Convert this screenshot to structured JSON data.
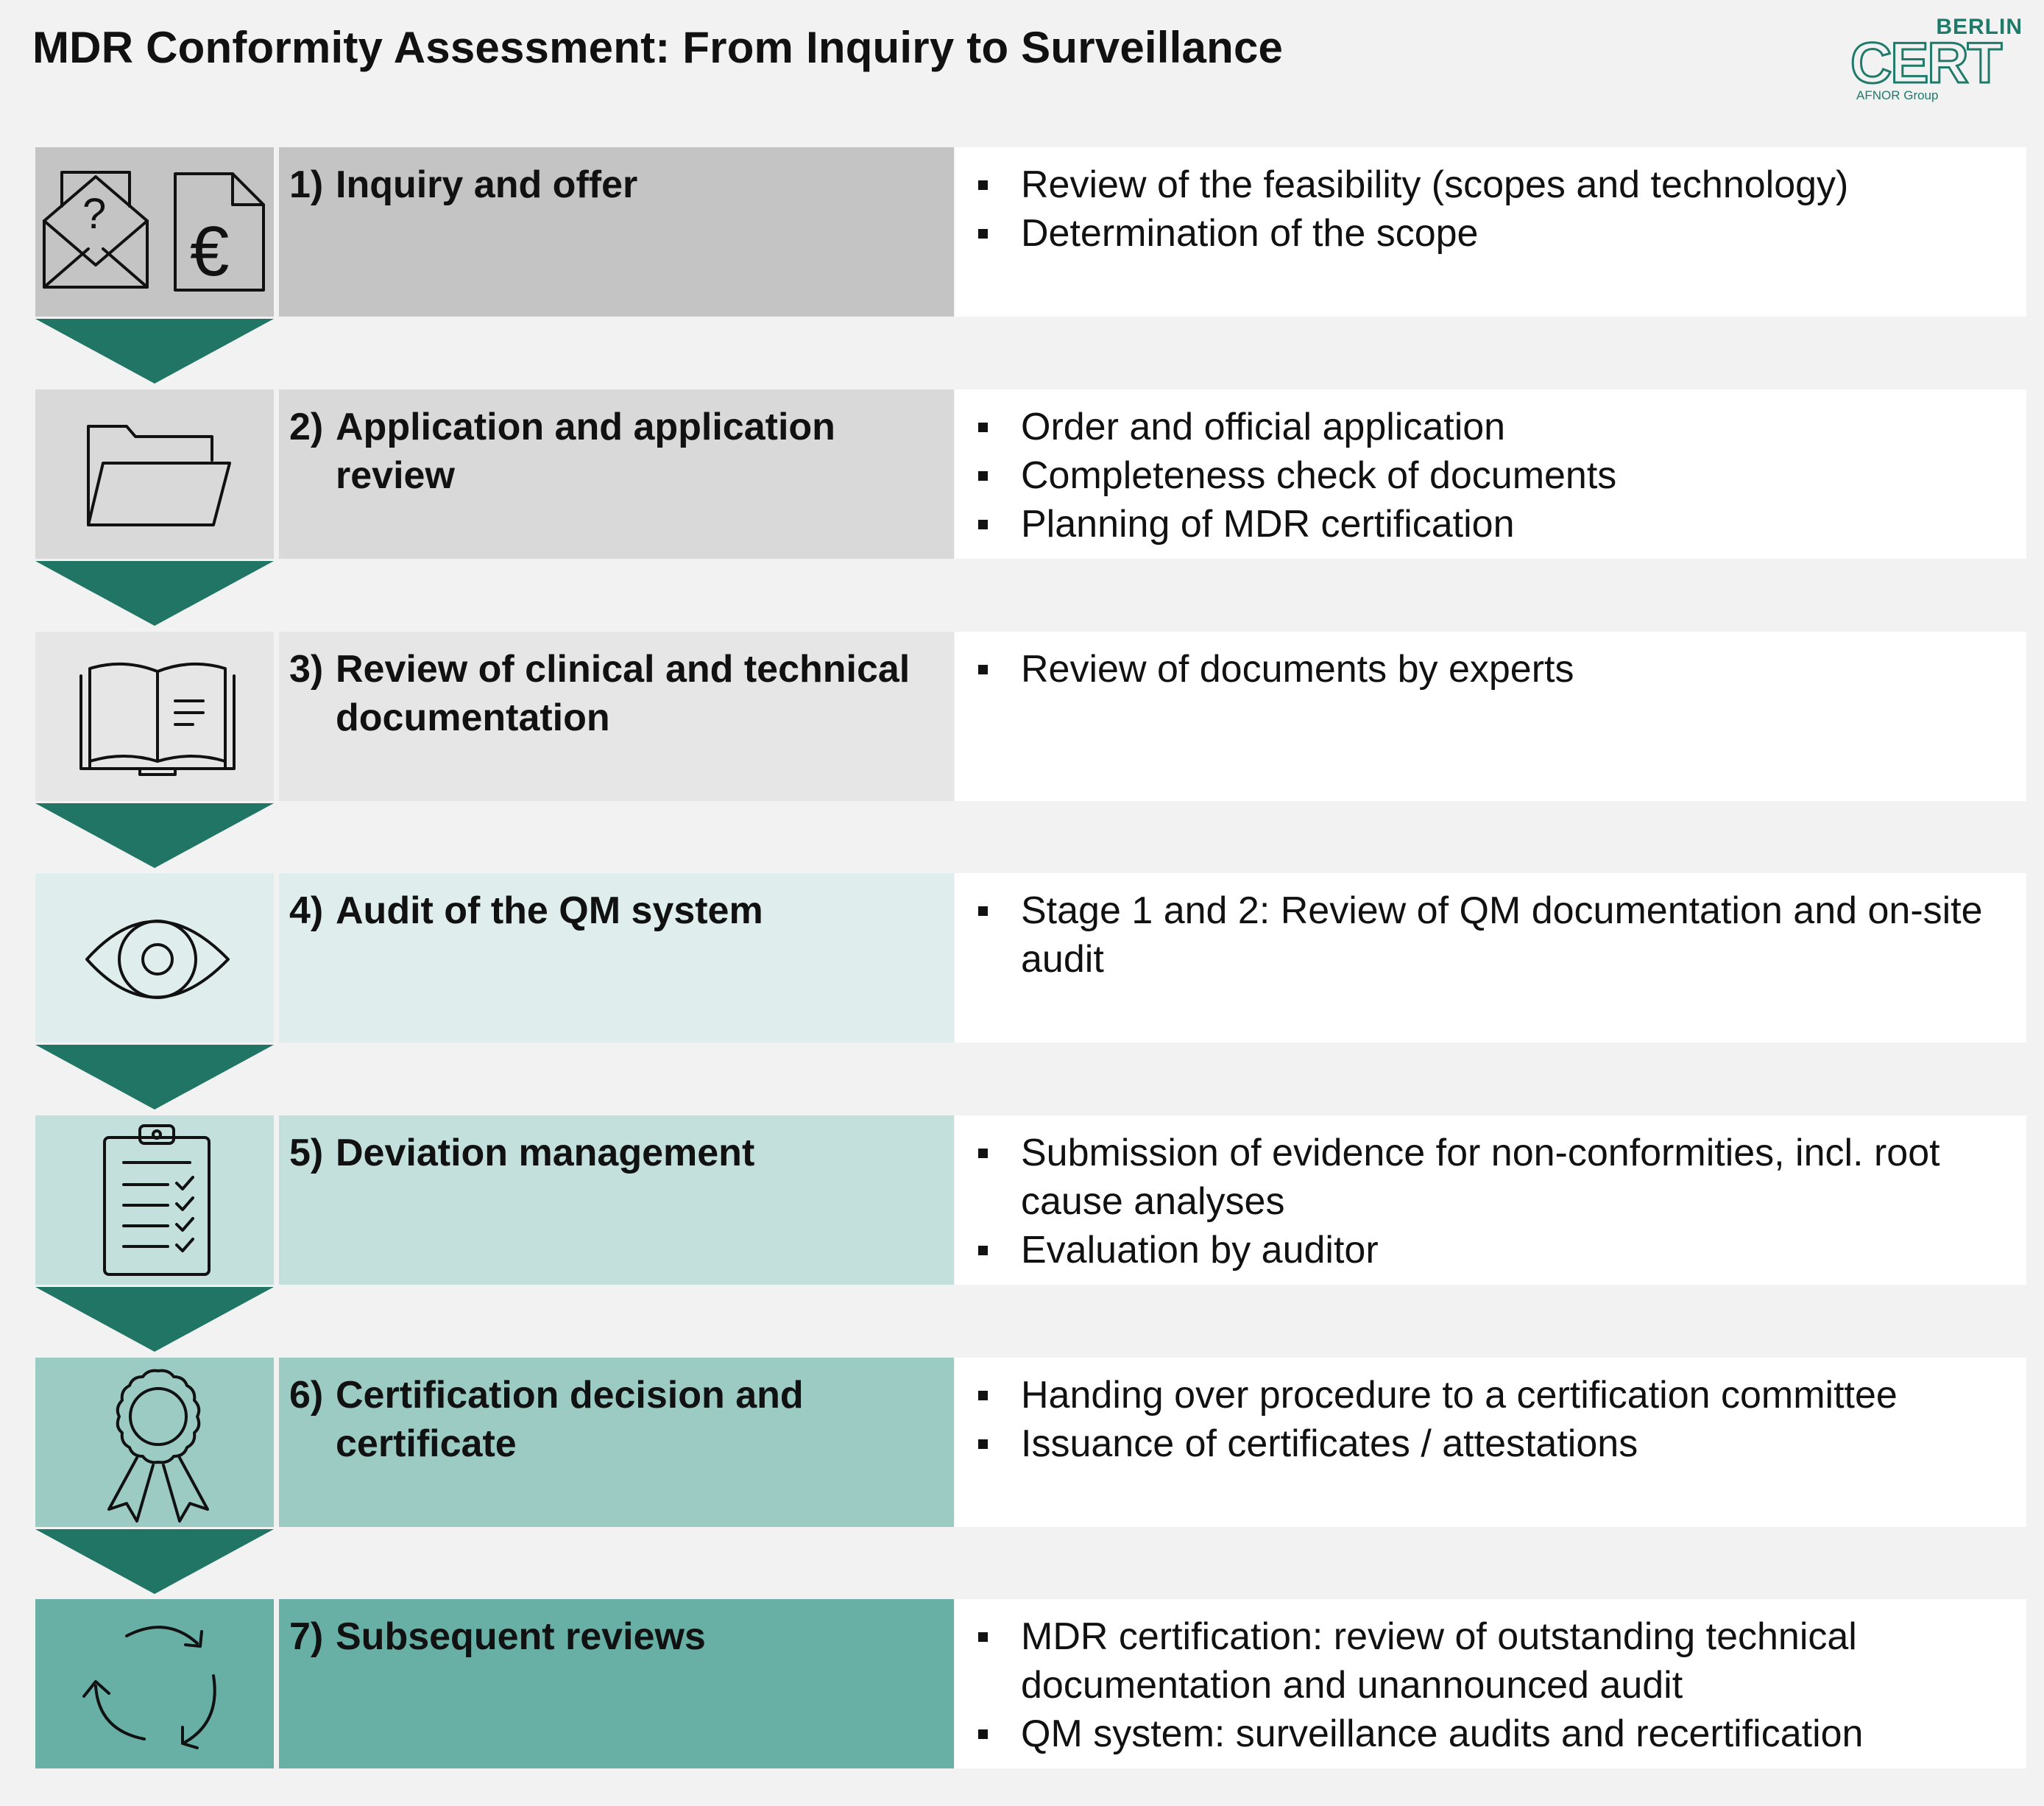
{
  "title": "MDR Conformity Assessment: From Inquiry to Surveillance",
  "logo": {
    "top": "BERLIN",
    "main": "CERT",
    "sub": "AFNOR Group"
  },
  "colors": {
    "arrow": "#217565",
    "step_backgrounds": [
      "#c4c4c4",
      "#d9d9d9",
      "#e6e6e6",
      "#e0eded",
      "#c4e0dc",
      "#9ccbc4",
      "#68afa6"
    ]
  },
  "steps": [
    {
      "number": "1)",
      "title": "Inquiry and offer",
      "icons": [
        "envelope-question-icon",
        "euro-document-icon"
      ],
      "bullets": [
        "Review of the feasibility (scopes and technology)",
        "Determination of the scope"
      ]
    },
    {
      "number": "2)",
      "title": "Application and application review",
      "icons": [
        "open-folder-icon"
      ],
      "bullets": [
        "Order and official application",
        "Completeness check of documents",
        "Planning of MDR certification"
      ]
    },
    {
      "number": "3)",
      "title": "Review of clinical and technical documentation",
      "icons": [
        "open-book-icon"
      ],
      "bullets": [
        "Review of documents by experts"
      ]
    },
    {
      "number": "4)",
      "title": "Audit of the QM system",
      "icons": [
        "eye-icon"
      ],
      "bullets": [
        "Stage 1 and 2: Review of QM documentation and on-site audit"
      ]
    },
    {
      "number": "5)",
      "title": "Deviation management",
      "icons": [
        "clipboard-checklist-icon"
      ],
      "bullets": [
        "Submission of evidence for non-conformities, incl. root cause analyses",
        "Evaluation by auditor"
      ]
    },
    {
      "number": "6)",
      "title": "Certification decision and certificate",
      "icons": [
        "award-rosette-icon"
      ],
      "bullets": [
        "Handing over procedure to a certification committee",
        "Issuance of certificates / attestations"
      ]
    },
    {
      "number": "7)",
      "title": "Subsequent reviews",
      "icons": [
        "cycle-arrows-icon"
      ],
      "bullets": [
        "MDR certification: review of outstanding technical documentation and unannounced audit",
        "QM system: surveillance audits and recertification"
      ]
    }
  ]
}
